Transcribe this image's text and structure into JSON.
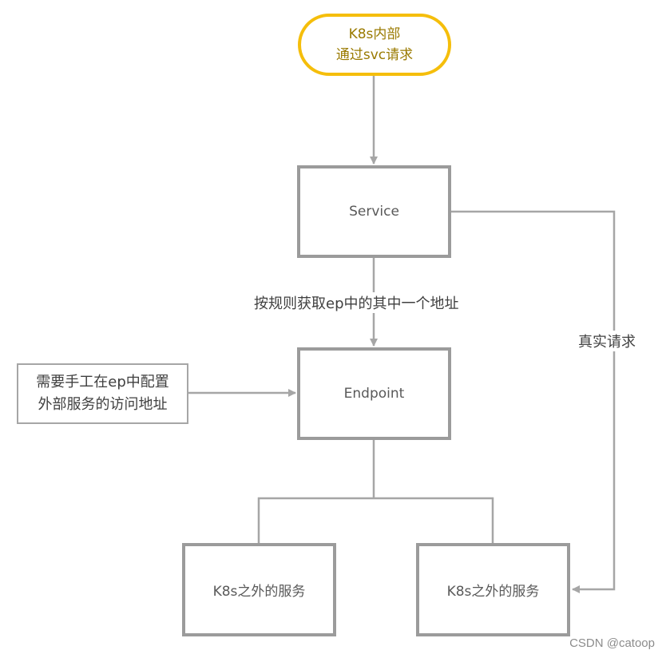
{
  "nodes": {
    "start": [
      "K8s内部",
      "通过svc请求"
    ],
    "service": "Service",
    "endpoint": "Endpoint",
    "external_left": "K8s之外的服务",
    "external_right": "K8s之外的服务",
    "note": [
      "需要手工在ep中配置",
      "外部服务的访问地址"
    ]
  },
  "edges": {
    "service_to_endpoint": "按规则获取ep中的其中一个地址",
    "real_request": "真实请求"
  },
  "watermark": "CSDN @catoop",
  "colors": {
    "start_border": "#f5be0b",
    "start_text": "#9a7a00",
    "box_border": "#9b9b9b",
    "line": "#a6a6a6"
  }
}
